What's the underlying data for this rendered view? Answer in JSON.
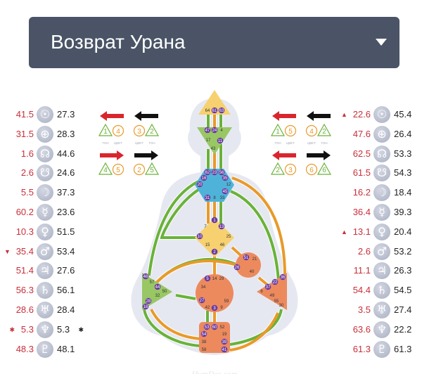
{
  "header": {
    "title": "Возврат Урана",
    "dropdown_icon": "chevron-down-icon"
  },
  "left_column": [
    {
      "planet": "sun",
      "glyph": "☉",
      "red": "41.5",
      "black": "27.3"
    },
    {
      "planet": "earth",
      "glyph": "⊕",
      "red": "31.5",
      "black": "28.3"
    },
    {
      "planet": "north-node",
      "glyph": "☊",
      "red": "1.6",
      "black": "44.6"
    },
    {
      "planet": "south-node",
      "glyph": "☋",
      "red": "2.6",
      "black": "24.6"
    },
    {
      "planet": "moon",
      "glyph": "☽",
      "red": "5.5",
      "black": "37.3"
    },
    {
      "planet": "mercury",
      "glyph": "☿",
      "red": "60.2",
      "black": "23.6"
    },
    {
      "planet": "venus",
      "glyph": "♀",
      "red": "10.3",
      "black": "51.5"
    },
    {
      "planet": "mars",
      "glyph": "♂",
      "red": "35.4",
      "black": "53.4",
      "red_mark": "▼"
    },
    {
      "planet": "jupiter",
      "glyph": "♃",
      "red": "51.4",
      "black": "27.6"
    },
    {
      "planet": "saturn",
      "glyph": "♄",
      "red": "56.3",
      "black": "56.1"
    },
    {
      "planet": "uranus",
      "glyph": "♅",
      "red": "28.6",
      "black": "28.4"
    },
    {
      "planet": "neptune",
      "glyph": "♆",
      "red": "5.3",
      "black": "5.3",
      "red_mark": "✱",
      "black_mark": "✱"
    },
    {
      "planet": "pluto",
      "glyph": "♇",
      "red": "48.3",
      "black": "48.1"
    }
  ],
  "right_column": [
    {
      "planet": "sun",
      "glyph": "☉",
      "red": "22.6",
      "black": "45.4",
      "red_mark": "▲"
    },
    {
      "planet": "earth",
      "glyph": "⊕",
      "red": "47.6",
      "black": "26.4"
    },
    {
      "planet": "north-node",
      "glyph": "☊",
      "red": "62.5",
      "black": "53.3",
      "black_mark": "▼"
    },
    {
      "planet": "south-node",
      "glyph": "☋",
      "red": "61.5",
      "black": "54.3"
    },
    {
      "planet": "moon",
      "glyph": "☽",
      "red": "16.2",
      "black": "18.4"
    },
    {
      "planet": "mercury",
      "glyph": "☿",
      "red": "36.4",
      "black": "39.3"
    },
    {
      "planet": "venus",
      "glyph": "♀",
      "red": "13.1",
      "black": "20.4",
      "red_mark": "▲"
    },
    {
      "planet": "mars",
      "glyph": "♂",
      "red": "2.6",
      "black": "53.2",
      "black_mark": "▼"
    },
    {
      "planet": "jupiter",
      "glyph": "♃",
      "red": "11.1",
      "black": "26.3"
    },
    {
      "planet": "saturn",
      "glyph": "♄",
      "red": "54.4",
      "black": "54.5"
    },
    {
      "planet": "uranus",
      "glyph": "♅",
      "red": "3.5",
      "black": "27.4"
    },
    {
      "planet": "neptune",
      "glyph": "♆",
      "red": "63.6",
      "black": "22.2",
      "black_mark": "▲"
    },
    {
      "planet": "pluto",
      "glyph": "♇",
      "red": "61.3",
      "black": "61.3"
    }
  ],
  "variables": {
    "labels": [
      "ТОН",
      "ЦВЕТ",
      "ЦВЕТ",
      "ТОН"
    ],
    "left": {
      "top": {
        "red_dir": "left",
        "black_dir": "left",
        "vals": [
          "1",
          "4",
          "3",
          "2"
        ]
      },
      "bottom": {
        "red_dir": "right",
        "black_dir": "right",
        "vals": [
          "4",
          "5",
          "2",
          "5"
        ]
      }
    },
    "right": {
      "top": {
        "red_dir": "left",
        "black_dir": "left",
        "vals": [
          "1",
          "5",
          "4",
          "2"
        ]
      },
      "bottom": {
        "red_dir": "left",
        "black_dir": "right",
        "vals": [
          "2",
          "3",
          "6",
          "6"
        ]
      }
    }
  },
  "colors": {
    "red": "#c8303a",
    "green": "#6ab23a",
    "orange": "#e89a2a",
    "gate": "#6a3aa0"
  },
  "centers": {
    "head": {
      "gates": [
        [
          "64",
          0
        ],
        [
          "61",
          1
        ],
        [
          "63",
          1
        ]
      ]
    },
    "ajna": {
      "gates": [
        [
          "47",
          1
        ],
        [
          "24",
          1
        ],
        [
          "4",
          0
        ],
        [
          "17",
          0
        ],
        [
          "11",
          1
        ],
        [
          "43",
          0
        ]
      ]
    },
    "throat": {
      "gates": [
        [
          "62",
          1
        ],
        [
          "23",
          1
        ],
        [
          "56",
          1
        ],
        [
          "16",
          1
        ],
        [
          "35",
          1
        ],
        [
          "20",
          1
        ],
        [
          "12",
          0
        ],
        [
          "45",
          1
        ],
        [
          "31",
          1
        ],
        [
          "8",
          0
        ],
        [
          "33",
          0
        ]
      ]
    },
    "g": {
      "gates": [
        [
          "1",
          1
        ],
        [
          "13",
          1
        ],
        [
          "7",
          0
        ],
        [
          "10",
          1
        ],
        [
          "25",
          0
        ],
        [
          "15",
          0
        ],
        [
          "46",
          0
        ],
        [
          "2",
          1
        ]
      ]
    },
    "heart": {
      "gates": [
        [
          "51",
          1
        ],
        [
          "21",
          0
        ],
        [
          "26",
          1
        ],
        [
          "40",
          0
        ]
      ]
    },
    "sacral": {
      "gates": [
        [
          "5",
          1
        ],
        [
          "14",
          0
        ],
        [
          "29",
          0
        ],
        [
          "34",
          0
        ],
        [
          "27",
          1
        ],
        [
          "59",
          0
        ],
        [
          "42",
          0
        ],
        [
          "3",
          1
        ],
        [
          "9",
          0
        ]
      ]
    },
    "spleen": {
      "gates": [
        [
          "48",
          1
        ],
        [
          "57",
          0
        ],
        [
          "44",
          1
        ],
        [
          "50",
          0
        ],
        [
          "32",
          0
        ],
        [
          "28",
          1
        ],
        [
          "18",
          1
        ]
      ]
    },
    "solar_plexus": {
      "gates": [
        [
          "36",
          1
        ],
        [
          "22",
          1
        ],
        [
          "37",
          1
        ],
        [
          "6",
          0
        ],
        [
          "49",
          0
        ],
        [
          "55",
          0
        ],
        [
          "30",
          0
        ]
      ]
    },
    "root": {
      "gates": [
        [
          "53",
          1
        ],
        [
          "60",
          1
        ],
        [
          "52",
          0
        ],
        [
          "54",
          1
        ],
        [
          "19",
          0
        ],
        [
          "38",
          0
        ],
        [
          "39",
          1
        ],
        [
          "58",
          0
        ],
        [
          "41",
          1
        ]
      ]
    }
  },
  "watermark": "HumDes.com"
}
